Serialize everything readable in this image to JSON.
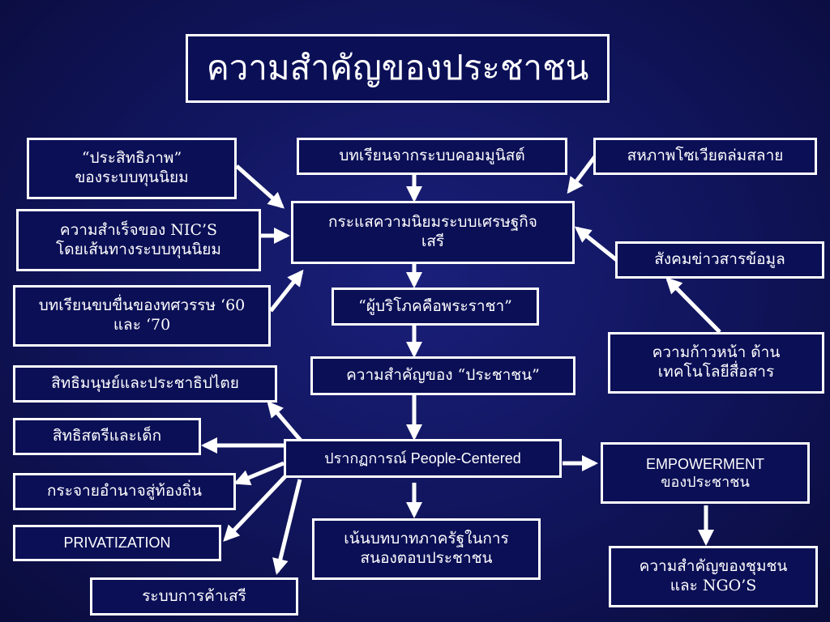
{
  "title": "ความสำคัญของประชาชน",
  "boxes": {
    "efficiency": "“ประสิทธิภาพ”\nของระบบทุนนิยม",
    "communism_lesson": "บทเรียนจากระบบคอมมูนิสต์",
    "soviet_collapse": "สหภาพโซเวียตล่มสลาย",
    "nics_success": "ความสำเร็จของ NIC’S\nโดยเส้นทางระบบทุนนิยม",
    "free_market": "กระแสความนิยมระบบเศรษฐกิจ\nเสรี",
    "info_society": "สังคมข่าวสารข้อมูล",
    "movement_lesson": "บทเรียนขบขื่นของทศวรรษ ‘60\nและ ‘70",
    "consumer_king": "“ผู้บริโภคคือพระราชา”",
    "tech_progress": "ความก้าวหน้า        ด้าน\nเทคโนโลยีสื่อสาร",
    "people_importance": "ความสำคัญของ “ประชาชน”",
    "human_rights": "สิทธิมนุษย์และประชาธิปไตย",
    "women_children": "สิทธิสตรีและเด็ก",
    "people_centered": "ปรากฏการณ์ People-Centered",
    "empowerment": "EMPOWERMENT\nของประชาชน",
    "decentralization": "กระจายอำนาจสู่ท้องถิ่น",
    "privatization": "PRIVATIZATION",
    "state_role": "เน้นบทบาทภาครัฐในการ\nสนองตอบประชาชน",
    "community_ngo": "ความสำคัญของชุมชน\nและ NGO’S",
    "free_trade": "ระบบการค้าเสรี"
  },
  "colors": {
    "background": "#10145a",
    "box_fill": "#0b0f56",
    "box_text": "#ffffff",
    "arrow": "#ffffff"
  }
}
